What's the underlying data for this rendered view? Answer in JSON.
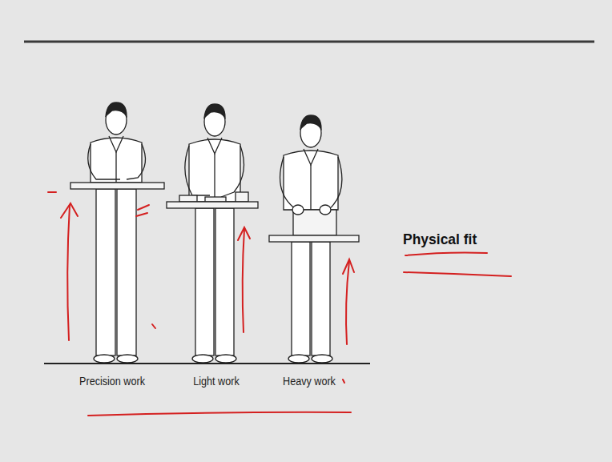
{
  "diagram": {
    "title": "Physical fit",
    "labels": [
      "Precision work",
      "Light work",
      "Heavy work"
    ]
  }
}
